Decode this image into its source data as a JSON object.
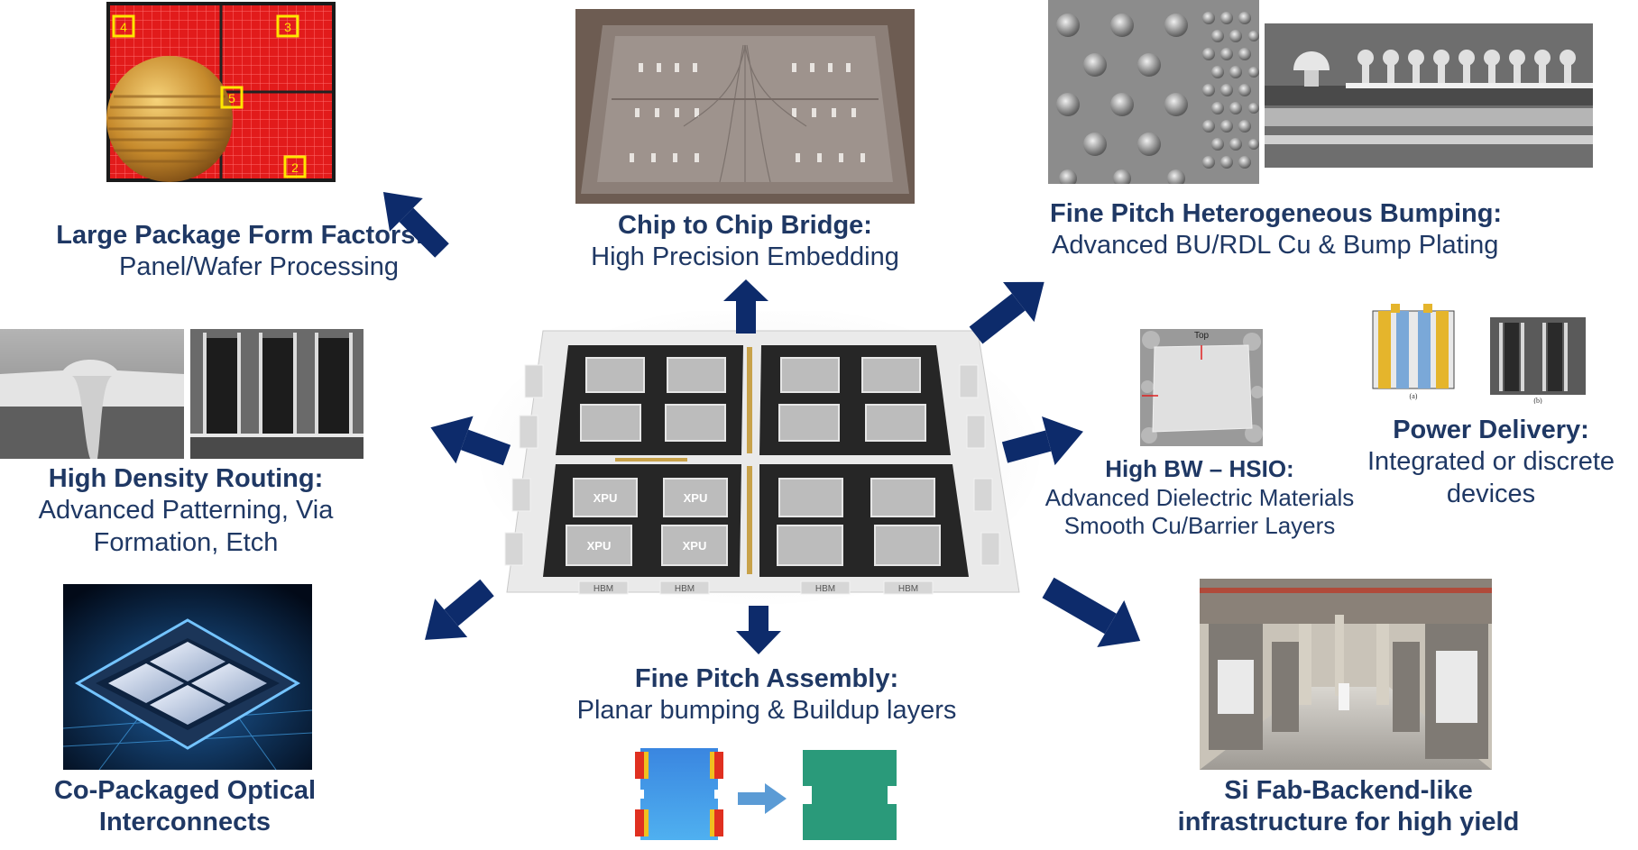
{
  "large_package": {
    "title": "Large Package Form Factors:",
    "subtitle": "Panel/Wafer Processing",
    "markers": [
      "4",
      "3",
      "5",
      "2"
    ]
  },
  "chip_bridge": {
    "title": "Chip to Chip Bridge:",
    "subtitle": "High Precision Embedding"
  },
  "fine_pitch_bumping": {
    "title": "Fine Pitch Heterogeneous Bumping:",
    "subtitle": "Advanced BU/RDL Cu & Bump Plating"
  },
  "high_density_routing": {
    "title": "High Density Routing:",
    "line1": "Advanced Patterning, Via",
    "line2": "Formation, Etch"
  },
  "hsio": {
    "title": "High BW – HSIO:",
    "line1": "Advanced Dielectric Materials",
    "line2": "Smooth Cu/Barrier Layers",
    "image_label": "Top"
  },
  "power_delivery": {
    "title": "Power Delivery:",
    "line1": "Integrated or discrete",
    "line2": "devices",
    "fig_a": "(a)",
    "fig_b": "(b)"
  },
  "cpo": {
    "line1": "Co-Packaged Optical",
    "line2": "Interconnects"
  },
  "fine_pitch_assembly": {
    "title": "Fine Pitch Assembly:",
    "subtitle": "Planar bumping & Buildup layers"
  },
  "fab": {
    "line1": "Si Fab-Backend-like",
    "line2": "infrastructure for high yield"
  },
  "package": {
    "die_label": "XPU",
    "hbm_label": "HBM"
  },
  "colors": {
    "text": "#1f3864",
    "arrow": "#0d2b6b",
    "light_arrow": "#5b9bd5"
  }
}
